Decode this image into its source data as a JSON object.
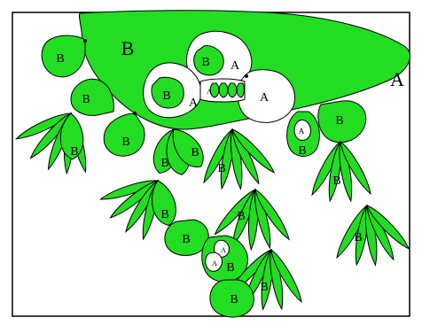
{
  "labels": {
    "outer_region": "A",
    "main_body": "B",
    "lobe": "B",
    "hole": "A"
  },
  "colors": {
    "fill": "#22dd22",
    "stroke": "#000000",
    "hole": "#ffffff",
    "frame": "#000000",
    "background": "#ffffff"
  }
}
